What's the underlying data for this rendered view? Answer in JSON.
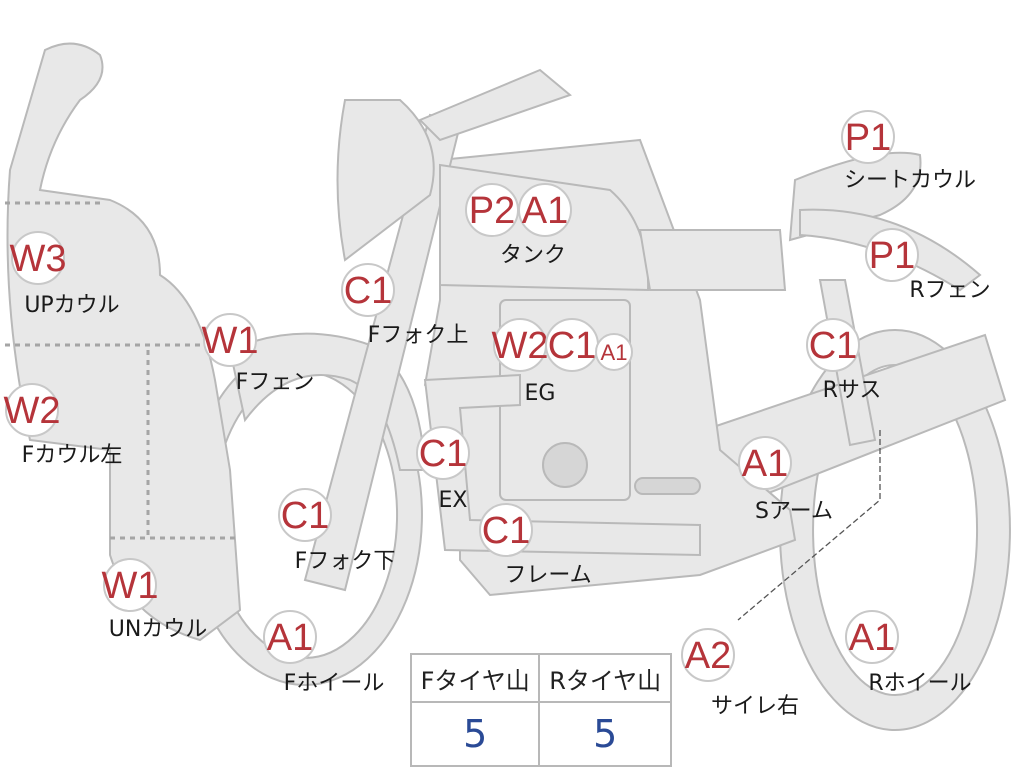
{
  "colors": {
    "part_fill": "#e8e8e8",
    "part_stroke": "#b9b9b9",
    "badge_fill": "#ffffff",
    "badge_stroke": "#c8c8c8",
    "grade_text": "#b5343a",
    "label_text": "#1a1a1a",
    "table_value": "#2a4a96",
    "dotted_line": "#a5a5a5"
  },
  "badges": [
    {
      "id": "upcowl-grade",
      "text": "W3"
    },
    {
      "id": "fcowl-left-grade",
      "text": "W2"
    },
    {
      "id": "undercowl-grade",
      "text": "W1"
    },
    {
      "id": "ffender-grade",
      "text": "W1"
    },
    {
      "id": "ffork-upper-grade",
      "text": "C1"
    },
    {
      "id": "ffork-lower-grade",
      "text": "C1"
    },
    {
      "id": "fwheel-grade",
      "text": "A1"
    },
    {
      "id": "exhaust-grade",
      "text": "C1"
    },
    {
      "id": "frame-grade",
      "text": "C1"
    },
    {
      "id": "tank-grade-p2",
      "text": "P2"
    },
    {
      "id": "tank-grade-a1",
      "text": "A1"
    },
    {
      "id": "engine-grade-w2",
      "text": "W2"
    },
    {
      "id": "engine-grade-c1",
      "text": "C1"
    },
    {
      "id": "engine-grade-a1",
      "text": "A1"
    },
    {
      "id": "seatcowl-grade",
      "text": "P1"
    },
    {
      "id": "rfender-grade",
      "text": "P1"
    },
    {
      "id": "rsus-grade",
      "text": "C1"
    },
    {
      "id": "swingarm-grade",
      "text": "A1"
    },
    {
      "id": "silencer-right-grade",
      "text": "A2"
    },
    {
      "id": "rwheel-grade",
      "text": "A1"
    }
  ],
  "labels": {
    "upcowl": "UPカウル",
    "fcowl_left": "Fカウル左",
    "undercowl": "UNカウル",
    "ffender": "Fフェン",
    "ffork_upper": "Fフォク上",
    "ffork_lower": "Fフォク下",
    "fwheel": "Fホイール",
    "exhaust": "EX",
    "frame": "フレーム",
    "tank": "タンク",
    "engine": "EG",
    "seatcowl": "シートカウル",
    "rfender": "Rフェン",
    "rsus": "Rサス",
    "swingarm": "Sアーム",
    "silencer_right": "サイレ右",
    "rwheel": "Rホイール"
  },
  "tire_table": {
    "headers": [
      "Fタイヤ山",
      "Rタイヤ山"
    ],
    "values": [
      "5",
      "5"
    ]
  }
}
